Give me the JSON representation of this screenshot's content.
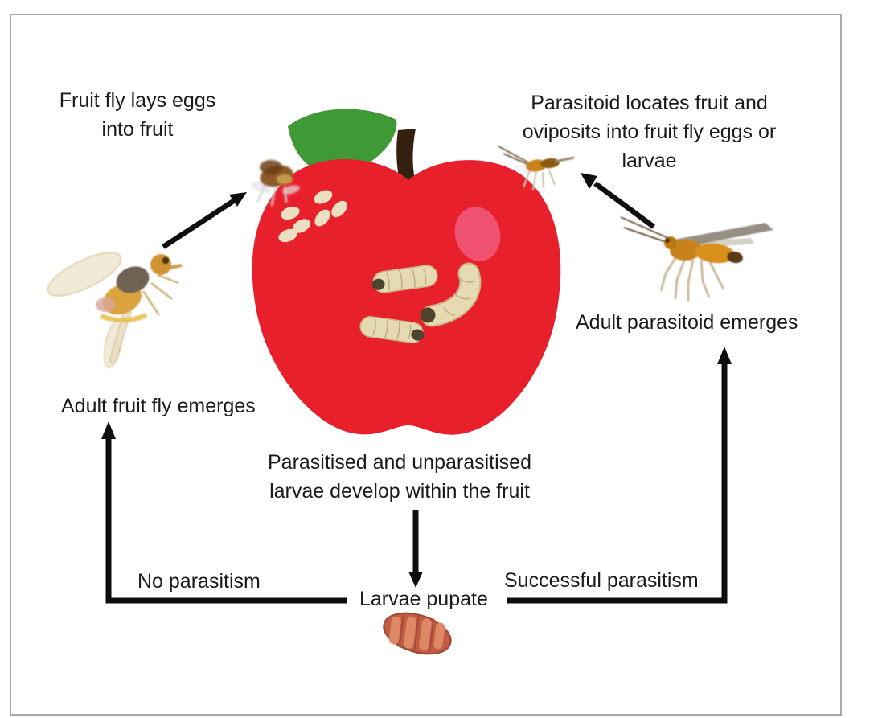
{
  "labels": {
    "fruit_fly_lays_eggs": "Fruit fly lays eggs\ninto fruit",
    "parasitoid_locates": "Parasitoid locates fruit and\noviposits into fruit fly eggs or\nlarvae",
    "adult_fruit_fly_emerges": "Adult fruit fly emerges",
    "adult_parasitoid_emerges": "Adult parasitoid emerges",
    "larvae_develop": "Parasitised and unparasitised\nlarvae develop within the fruit",
    "no_parasitism": "No parasitism",
    "larvae_pupate": "Larvae pupate",
    "successful_parasitism": "Successful parasitism"
  },
  "illustrations": [
    "apple-illustration",
    "apple-leaf",
    "apple-stem",
    "fruit-fly-eggs",
    "larvae-in-fruit",
    "small-fruit-fly-on-apple-icon",
    "small-parasitoid-on-apple-icon",
    "fruit-fly-image",
    "parasitoid-wasp-image",
    "pupa-image"
  ],
  "arrows": [
    "arrow-fly-to-apple",
    "arrow-wasp-to-apple",
    "arrow-develop-to-pupate",
    "arrow-no-parasitism-path",
    "arrow-successful-parasitism-path"
  ],
  "colors": {
    "background": "#ffffff",
    "border_gray": "#a8a8a8",
    "text_black": "#1b1b1b",
    "arrow_black": "#0d0d0d",
    "apple_red": "#e8202c",
    "highlight_pink": "#ef5878",
    "leaf_green": "#3f9a35",
    "stem_brown": "#33200f",
    "egg_cream": "#eadfc0",
    "larva_cream": "#e6dab2",
    "larva_head": "#4e432c",
    "pupa_terracotta": "#c05d42",
    "wasp_amber": "#c8821a",
    "fly_orange": "#d9a33c"
  }
}
